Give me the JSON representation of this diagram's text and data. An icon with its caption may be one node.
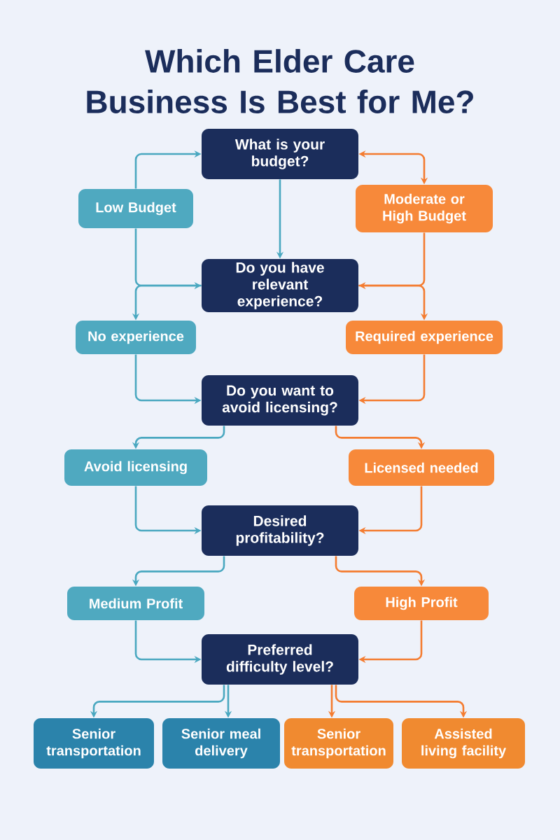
{
  "diagram": {
    "title": "Which Elder Care Business Is Best for Me?",
    "nodes": [
      {
        "text": [
          "What is your budget?"
        ]
      },
      {
        "text": [
          "Low Budget"
        ]
      },
      {
        "text": [
          "Moderate or High Budget"
        ]
      },
      {
        "text": [
          "Do you have relevant experience?"
        ]
      },
      {
        "text": [
          "No experience"
        ]
      },
      {
        "text": [
          "Required experience"
        ]
      },
      {
        "text": [
          "Do you want to avoid licensing?"
        ]
      },
      {
        "text": [
          "Avoid licensing"
        ]
      },
      {
        "text": [
          "Licensed needed"
        ]
      },
      {
        "text": [
          "Desired profitability?"
        ]
      },
      {
        "text": [
          "Medium Profit"
        ]
      },
      {
        "text": [
          "High Profit"
        ]
      },
      {
        "text": [
          "Preferred difficulty level?"
        ]
      },
      {
        "text": [
          "Senior transportation"
        ]
      },
      {
        "text": [
          "Senior meal delivery"
        ]
      },
      {
        "text": [
          "Senior transportation"
        ]
      },
      {
        "text": [
          "Assisted living facility"
        ]
      }
    ],
    "edges": [
      {
        "from": 1,
        "to": 0,
        "arrow": "to"
      },
      {
        "from": 0,
        "to": 2,
        "arrow": "both",
        "color": "#f47c30"
      },
      {
        "from": 0,
        "to": 3,
        "arrow": "to"
      },
      {
        "from": 1,
        "to": 3,
        "arrow": "to"
      },
      {
        "from": 2,
        "to": 3,
        "arrow": "to",
        "color": "#f47c30"
      },
      {
        "from": 3,
        "to": 4,
        "arrow": "to"
      },
      {
        "from": 3,
        "to": 5,
        "arrow": "to",
        "color": "#f47c30"
      },
      {
        "from": 4,
        "to": 6,
        "arrow": "to"
      },
      {
        "from": 5,
        "to": 6,
        "arrow": "to",
        "color": "#f47c30"
      },
      {
        "from": 6,
        "to": 7,
        "arrow": "to"
      },
      {
        "from": 6,
        "to": 8,
        "arrow": "to",
        "color": "#f47c30"
      },
      {
        "from": 7,
        "to": 9,
        "arrow": "to"
      },
      {
        "from": 8,
        "to": 9,
        "arrow": "to",
        "color": "#f47c30"
      },
      {
        "from": 9,
        "to": 10,
        "arrow": "to"
      },
      {
        "from": 9,
        "to": 11,
        "arrow": "to",
        "color": "#f47c30"
      },
      {
        "from": 10,
        "to": 12,
        "arrow": "to"
      },
      {
        "from": 11,
        "to": 12,
        "arrow": "to",
        "color": "#f47c30"
      },
      {
        "from": 12,
        "to": 13,
        "arrow": "to"
      },
      {
        "from": 12,
        "to": 14,
        "arrow": "to"
      },
      {
        "from": 12,
        "to": 15,
        "arrow": "to",
        "color": "#f47c30"
      },
      {
        "from": 12,
        "to": 16,
        "arrow": "to",
        "color": "#f47c30"
      }
    ]
  }
}
